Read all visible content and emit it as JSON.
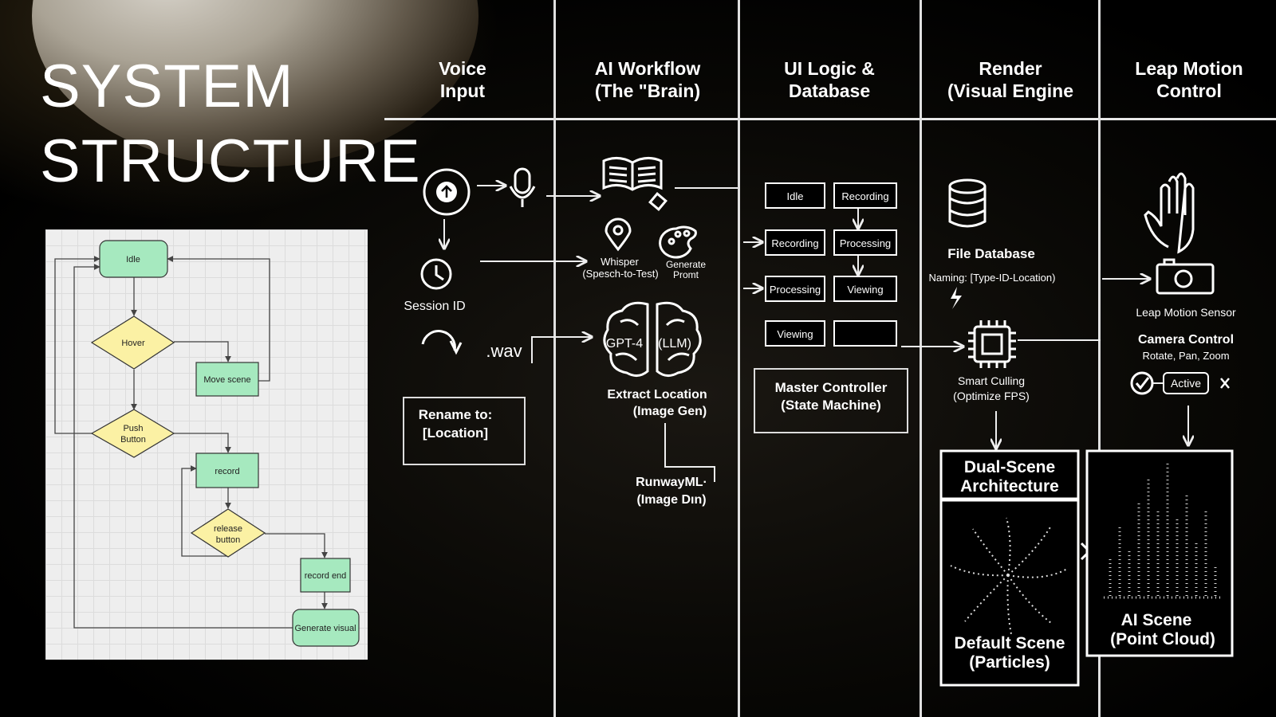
{
  "title_lines": [
    "SYSTEM",
    "STRUCTURE"
  ],
  "columns": [
    {
      "line1": "Voice",
      "line2": "Input"
    },
    {
      "line1": "AI Workflow",
      "line2": "(The \"Brain)"
    },
    {
      "line1": "UI Logic &",
      "line2": "Database"
    },
    {
      "line1": "Render",
      "line2": "(Visual Engine"
    },
    {
      "line1": "Leap Motion",
      "line2": "Control"
    }
  ],
  "voice": {
    "session_id": "Session ID",
    "wav": ".wav",
    "rename_line1": "Rename to:",
    "rename_line2": "[Location]"
  },
  "ai": {
    "whisper_line1": "Whisper",
    "whisper_line2": "(Spesch-to-Test)",
    "generate_line1": "Generate",
    "generate_line2": "Promt",
    "gpt": "GPT-4",
    "llm": "(LLM)",
    "extract_line1": "Extract Location",
    "extract_line2": "(Image Gen)",
    "runway_line1": "RunwayML·",
    "runway_line2": "(Image Dın)"
  },
  "ui": {
    "states": [
      "Idle",
      "Recording",
      "Recording",
      "Processing",
      "Processing",
      "Viewing",
      "Viewing",
      ""
    ],
    "master_line1": "Master Controller",
    "master_line2": "(State Machine)"
  },
  "render": {
    "file_db": "File Database",
    "naming": "Naming: [Type-ID-Location)",
    "culling_line1": "Smart Culling",
    "culling_line2": "(Optimize FPS)",
    "dual_line1": "Dual-Scene",
    "dual_line2": "Architecture",
    "default_line1": "Default Scene",
    "default_line2": "(Particles)"
  },
  "leap": {
    "sensor": "Leap Motion Sensor",
    "camera": "Camera Control",
    "camera_sub": "Rotate, Pan, Zoom",
    "active": "Active",
    "ai_scene_line1": "AI Scene",
    "ai_scene_line2": "(Point Cloud)"
  },
  "flowchart": {
    "idle": "Idle",
    "hover": "Hover",
    "move_scene": "Move scene",
    "push_line1": "Push",
    "push_line2": "Button",
    "record": "record",
    "release_line1": "release",
    "release_line2": "button",
    "record_end": "record end",
    "generate_visual": "Generate visual"
  },
  "colors": {
    "node_green": "#a6e9bf",
    "node_yellow": "#fbf1a4",
    "line_white": "#e8e8e8"
  }
}
